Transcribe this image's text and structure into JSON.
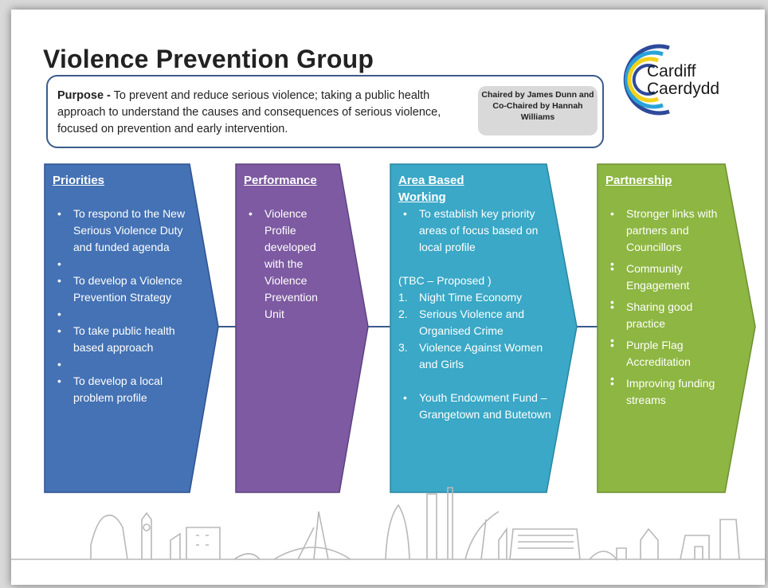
{
  "header": {
    "title": "Violence Prevention Group"
  },
  "logo": {
    "line1": "Cardiff",
    "line2": "Caerdydd"
  },
  "purpose": {
    "label": "Purpose -",
    "text": " To prevent and reduce serious violence; taking a public health approach to understand the causes and consequences of serious violence, focused on prevention and early intervention.",
    "chair": "Chaired by James Dunn and Co-Chaired by Hannah Williams"
  },
  "colors": {
    "priorities": "#4472b4",
    "performance": "#7d5aa1",
    "area": "#3aa8c6",
    "partnership": "#8db642",
    "frame": "#3b5b8c"
  },
  "columns": {
    "priorities": {
      "heading": "Priorities",
      "items": [
        "To respond to the New Serious Violence Duty and funded agenda",
        "To develop a Violence Prevention Strategy",
        "To take public health based approach",
        "To develop a local problem profile"
      ]
    },
    "performance": {
      "heading": "Performance",
      "items": [
        "Violence Profile developed with the Violence Prevention Unit"
      ]
    },
    "area": {
      "heading_line1": "Area Based",
      "heading_line2": "Working",
      "intro": "To establish key priority areas of focus based on local profile",
      "proposed": "(TBC – Proposed )",
      "numbered": [
        {
          "num": "1.",
          "text": "Night Time Economy"
        },
        {
          "num": "2.",
          "text": "Serious Violence and Organised Crime"
        },
        {
          "num": "3.",
          "text": "Violence Against Women and Girls"
        }
      ],
      "extra": "Youth Endowment Fund – Grangetown and Butetown"
    },
    "partnership": {
      "heading": "Partnership",
      "items": [
        "Stronger links with partners and Councillors",
        "Community Engagement",
        "Sharing good practice",
        "Purple Flag Accreditation",
        "Improving funding streams"
      ]
    }
  },
  "icons": {
    "logo": "cardiff-swirl-logo",
    "skyline": "city-skyline-illustration"
  }
}
